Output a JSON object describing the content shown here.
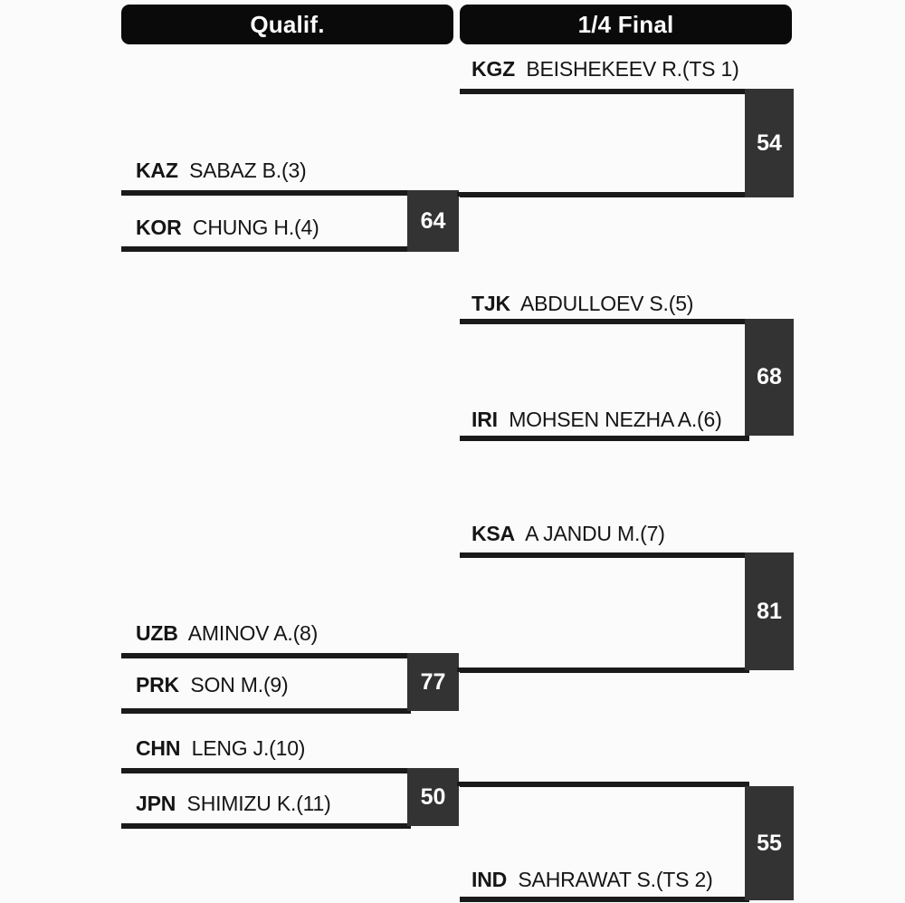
{
  "rounds": [
    {
      "key": "qualif",
      "label": "Qualif."
    },
    {
      "key": "quarter",
      "label": "1/4 Final"
    }
  ],
  "colors": {
    "banner_bg": "#0a0a0a",
    "banner_text": "#ffffff",
    "line": "#1a1a1a",
    "score_box_bg": "#333333",
    "score_box_text": "#ffffff",
    "page_bg": "#fbfbfb"
  },
  "qualif_matches": [
    {
      "id": "q1",
      "top": {
        "noc": "KAZ",
        "name": "SABAZ B.(3)"
      },
      "bottom": {
        "noc": "KOR",
        "name": "CHUNG H.(4)"
      },
      "score": "64"
    },
    {
      "id": "q2",
      "top": {
        "noc": "UZB",
        "name": "AMINOV A.(8)"
      },
      "bottom": {
        "noc": "PRK",
        "name": "SON M.(9)"
      },
      "score": "77"
    },
    {
      "id": "q3",
      "top": {
        "noc": "CHN",
        "name": "LENG J.(10)"
      },
      "bottom": {
        "noc": "JPN",
        "name": "SHIMIZU K.(11)"
      },
      "score": "50"
    }
  ],
  "quarter_matches": [
    {
      "id": "qf1",
      "top": {
        "noc": "KGZ",
        "name": "BEISHEKEEV R.(TS 1)"
      },
      "bottom": {
        "noc": "",
        "name": ""
      },
      "score": "54"
    },
    {
      "id": "qf2",
      "top": {
        "noc": "TJK",
        "name": "ABDULLOEV S.(5)"
      },
      "bottom": {
        "noc": "IRI",
        "name": "MOHSEN NEZHA A.(6)"
      },
      "score": "68"
    },
    {
      "id": "qf3",
      "top": {
        "noc": "KSA",
        "name": "A JANDU M.(7)"
      },
      "bottom": {
        "noc": "",
        "name": ""
      },
      "score": "81"
    },
    {
      "id": "qf4",
      "top": {
        "noc": "",
        "name": ""
      },
      "bottom": {
        "noc": "IND",
        "name": "SAHRAWAT S.(TS 2)"
      },
      "score": "55"
    }
  ]
}
